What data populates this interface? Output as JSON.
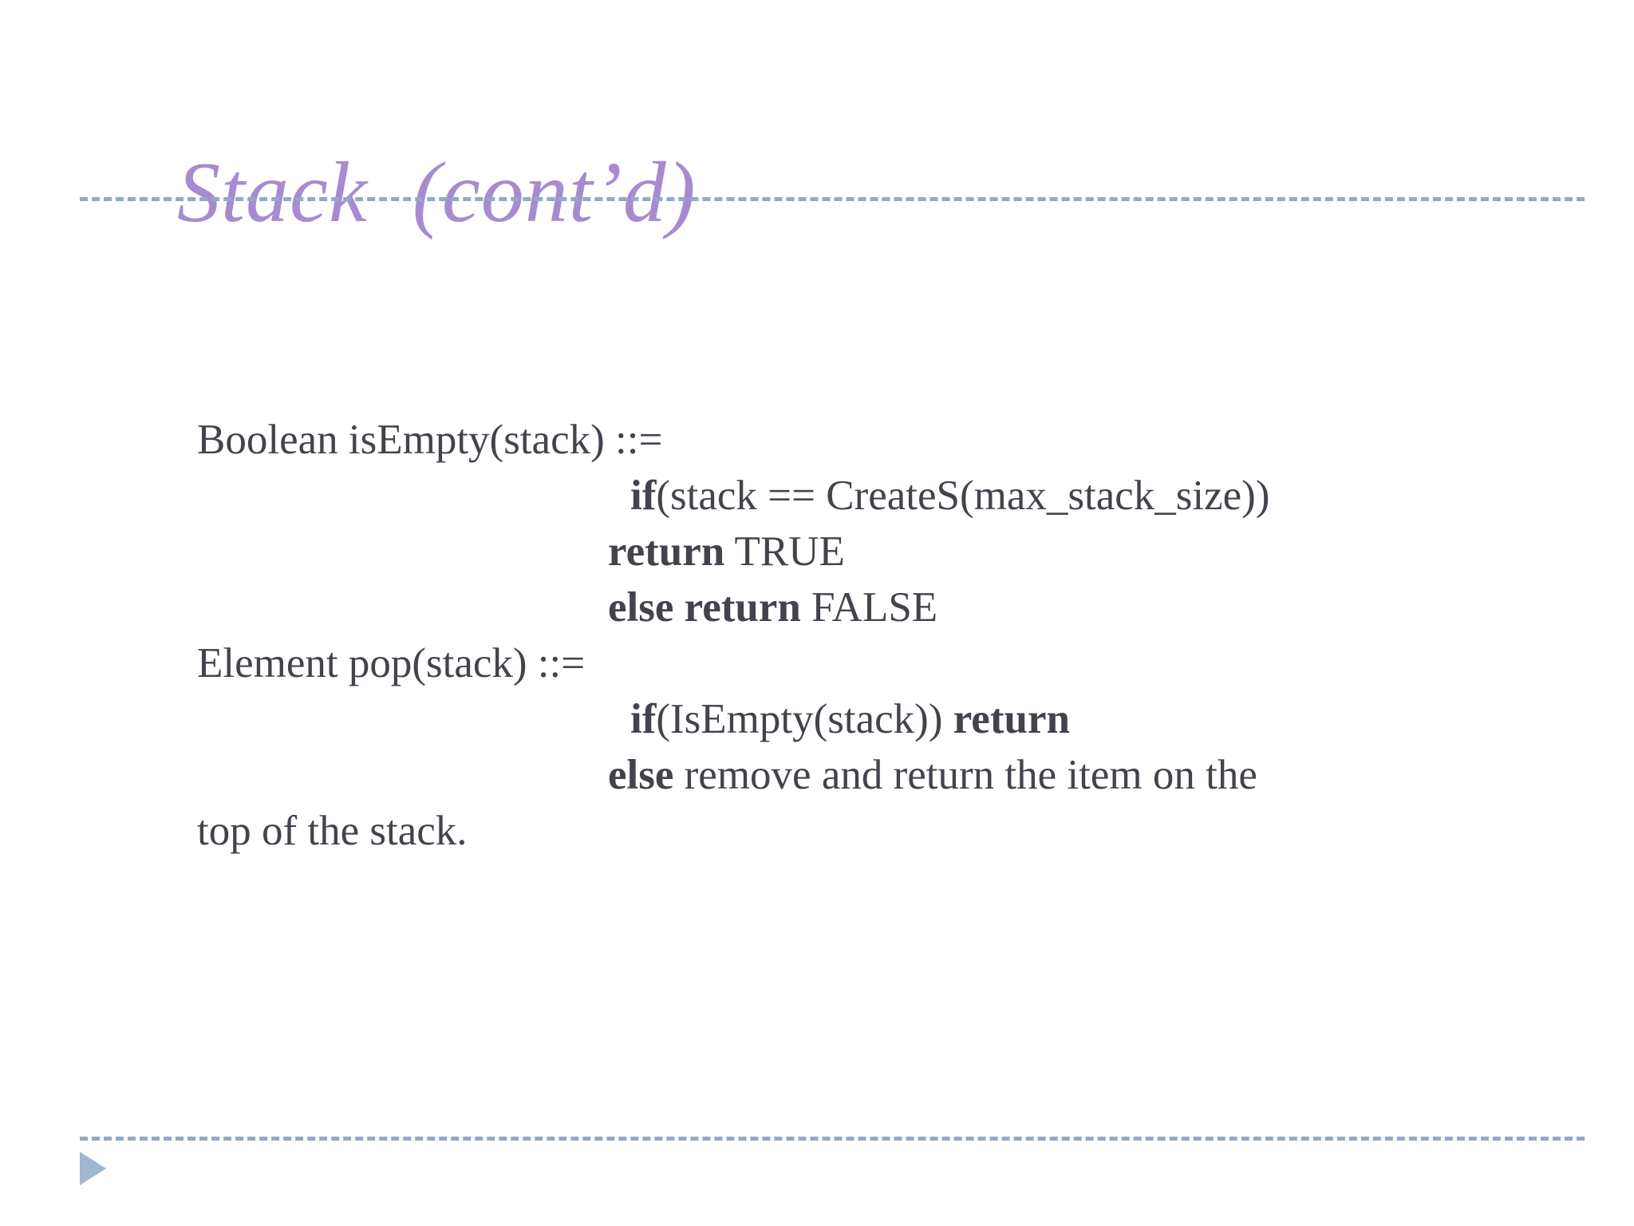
{
  "slide": {
    "title": "Stack  (cont’d)",
    "title_color": "#a78bd0",
    "background_color": "#ffffff",
    "body_text_color": "#43434d",
    "rule_color": "#93a9c4",
    "triangle_color": "#9fb7d0"
  },
  "body": {
    "lines": [
      {
        "id": "line-1",
        "indent": "none",
        "segments": [
          {
            "text": "Boolean isEmpty(stack) ::=",
            "bold": false
          }
        ]
      },
      {
        "id": "line-2",
        "indent": "if",
        "segments": [
          {
            "text": "if",
            "bold": true
          },
          {
            "text": "(stack == CreateS(max_stack_size))",
            "bold": false
          }
        ]
      },
      {
        "id": "line-3",
        "indent": "kw",
        "segments": [
          {
            "text": "return",
            "bold": true
          },
          {
            "text": " TRUE",
            "bold": false
          }
        ]
      },
      {
        "id": "line-4",
        "indent": "kw",
        "segments": [
          {
            "text": "else return",
            "bold": true
          },
          {
            "text": " FALSE",
            "bold": false
          }
        ]
      },
      {
        "id": "line-5",
        "indent": "none",
        "segments": [
          {
            "text": "Element pop(stack) ::=",
            "bold": false
          }
        ]
      },
      {
        "id": "line-6",
        "indent": "if",
        "segments": [
          {
            "text": "if",
            "bold": true
          },
          {
            "text": "(IsEmpty(stack)) ",
            "bold": false
          },
          {
            "text": "return",
            "bold": true
          }
        ]
      },
      {
        "id": "line-7",
        "indent": "kw",
        "segments": [
          {
            "text": "else",
            "bold": true
          },
          {
            "text": " remove and return the item on the",
            "bold": false
          }
        ]
      },
      {
        "id": "line-8",
        "indent": "none",
        "segments": [
          {
            "text": "top of the stack.",
            "bold": false
          }
        ]
      }
    ]
  },
  "decor": {
    "top_rule": "dashed-divider",
    "bottom_rule": "dashed-divider",
    "triangle": "play-triangle"
  }
}
